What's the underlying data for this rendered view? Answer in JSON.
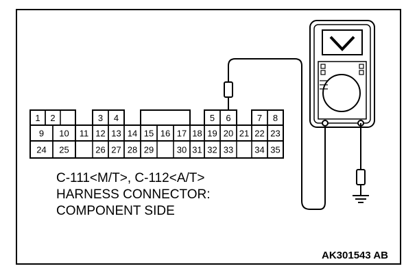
{
  "connector": {
    "row1": [
      "1",
      "2",
      "3",
      "4",
      "5",
      "6",
      "7",
      "8"
    ],
    "row2": [
      "9",
      "10",
      "11",
      "12",
      "13",
      "14",
      "15",
      "16",
      "17",
      "18",
      "19",
      "20",
      "21",
      "22",
      "23"
    ],
    "row3": [
      "24",
      "25",
      "26",
      "27",
      "28",
      "29",
      "30",
      "31",
      "32",
      "33",
      "34",
      "35"
    ]
  },
  "caption": {
    "line1": "C-111<M/T>, C-112<A/T>",
    "line2": "HARNESS CONNECTOR:",
    "line3": "COMPONENT SIDE"
  },
  "figure_code": "AK301543 AB",
  "icons": [
    "voltmeter-icon",
    "ground-symbol-icon",
    "test-probe-icon"
  ]
}
